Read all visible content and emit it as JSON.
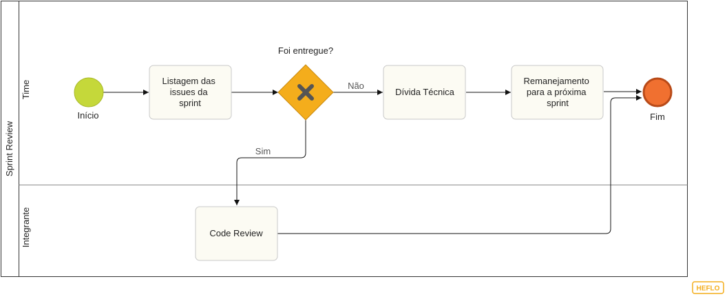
{
  "pool": {
    "label": "Sprint Review"
  },
  "lanes": [
    {
      "label": "Time"
    },
    {
      "label": "Integrante"
    }
  ],
  "events": {
    "start": {
      "label": "Início",
      "color": "#c5d83a"
    },
    "end": {
      "label": "Fim",
      "color": "#f07030"
    }
  },
  "tasks": {
    "listagem": {
      "lines": [
        "Listagem das",
        "issues da",
        "sprint"
      ]
    },
    "divida": {
      "lines": [
        "Dívida Técnica"
      ]
    },
    "remanejamento": {
      "lines": [
        "Remanejamento",
        "para a próxima",
        "sprint"
      ]
    },
    "code_review": {
      "lines": [
        "Code Review"
      ]
    }
  },
  "gateway": {
    "question": "Foi entregue?",
    "color": "#f4ad1c"
  },
  "flows": {
    "nao": "Não",
    "sim": "Sim"
  },
  "brand": {
    "logo": "HEFLO",
    "color": "#f4ad1c"
  }
}
